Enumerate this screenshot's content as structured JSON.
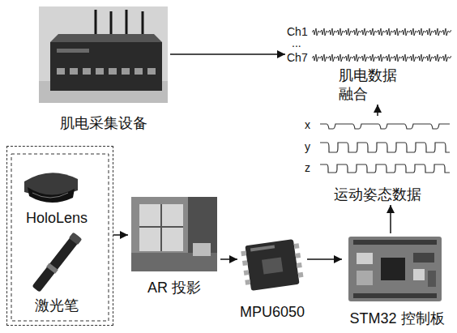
{
  "diagram": {
    "nodes": [
      {
        "text": [
          "肌电采集设备"
        ]
      },
      {
        "text": [
          "Ch1",
          "...",
          "Ch7"
        ]
      },
      {
        "text": [
          "肌电数据 融合"
        ]
      },
      {
        "text": [
          "x",
          "y",
          "z",
          "运动姿态数据"
        ]
      },
      {
        "text": []
      },
      {
        "text": [
          "HoloLens"
        ],
        "in": 4
      },
      {
        "text": [
          "激光笔"
        ],
        "in": 4
      },
      {
        "text": [
          "AR 投影"
        ]
      },
      {
        "text": [
          "MPU6050"
        ]
      },
      {
        "text": [
          "STM32 控制板"
        ]
      }
    ],
    "edges": [
      {
        "from": 0,
        "to": 1,
        "arrow": "to"
      },
      {
        "from": 4,
        "to": 7,
        "arrow": "to"
      },
      {
        "from": 7,
        "to": 8,
        "arrow": "to"
      },
      {
        "from": 8,
        "to": 9,
        "arrow": "to"
      },
      {
        "from": 9,
        "to": 3,
        "arrow": "to"
      },
      {
        "from": 3,
        "to": 2,
        "arrow": "to"
      }
    ]
  }
}
